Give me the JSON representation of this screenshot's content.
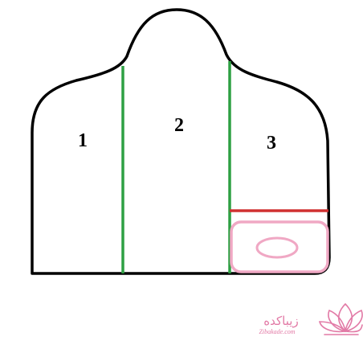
{
  "diagram": {
    "sections": [
      {
        "label": "1"
      },
      {
        "label": "2"
      },
      {
        "label": "3"
      }
    ]
  },
  "watermark": {
    "text": "زیباکده",
    "url": "Zibakade.com",
    "icon": "lotus-flower-icon"
  },
  "colors": {
    "outline": "#000000",
    "divider": "#2ea043",
    "cut_line": "#d03030",
    "pocket": "#f0a8c4",
    "watermark": "#e27aa6"
  }
}
